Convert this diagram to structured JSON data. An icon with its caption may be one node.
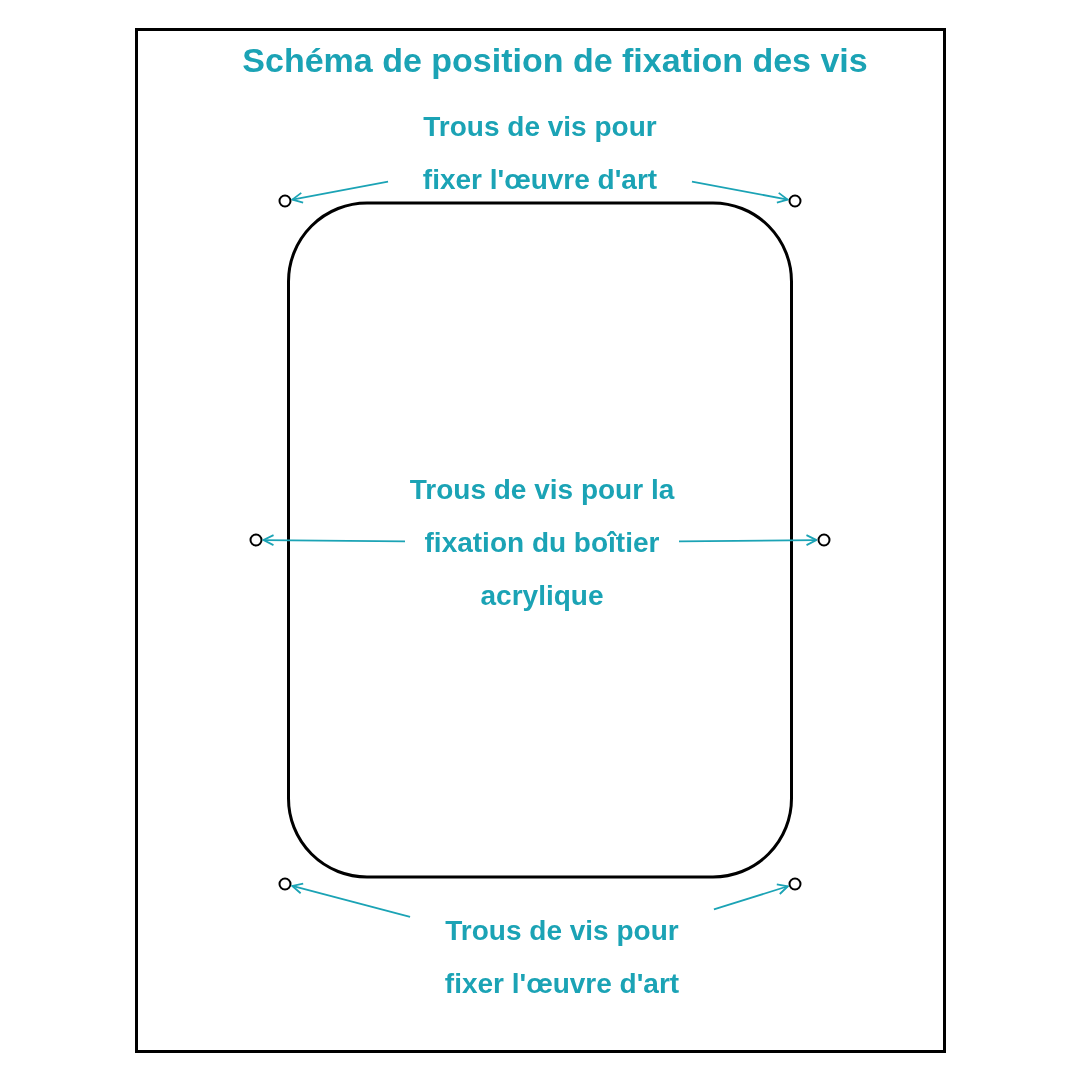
{
  "diagram": {
    "title": "Schéma de position de fixation des vis",
    "nodes": [
      {
        "text": [
          "Trous de vis pour fixer l'œuvre d'art"
        ]
      },
      {
        "text": [],
        "shape": "circle"
      },
      {
        "text": [],
        "shape": "circle"
      },
      {
        "text": [],
        "shape": "box"
      },
      {
        "text": [
          "Trous de vis pour la fixation du boîtier acrylique"
        ],
        "in": 3
      },
      {
        "text": [],
        "shape": "circle"
      },
      {
        "text": [],
        "shape": "circle"
      },
      {
        "text": [],
        "shape": "circle"
      },
      {
        "text": [],
        "shape": "circle"
      },
      {
        "text": [
          "Trous de vis pour fixer l'œuvre d'art"
        ]
      }
    ],
    "edges": [
      {
        "from": 0,
        "to": 1,
        "arrow": "to"
      },
      {
        "from": 0,
        "to": 2,
        "arrow": "to"
      },
      {
        "from": 4,
        "to": 5,
        "arrow": "to"
      },
      {
        "from": 4,
        "to": 6,
        "arrow": "to"
      },
      {
        "from": 9,
        "to": 7,
        "arrow": "to"
      },
      {
        "from": 9,
        "to": 8,
        "arrow": "to"
      }
    ]
  }
}
